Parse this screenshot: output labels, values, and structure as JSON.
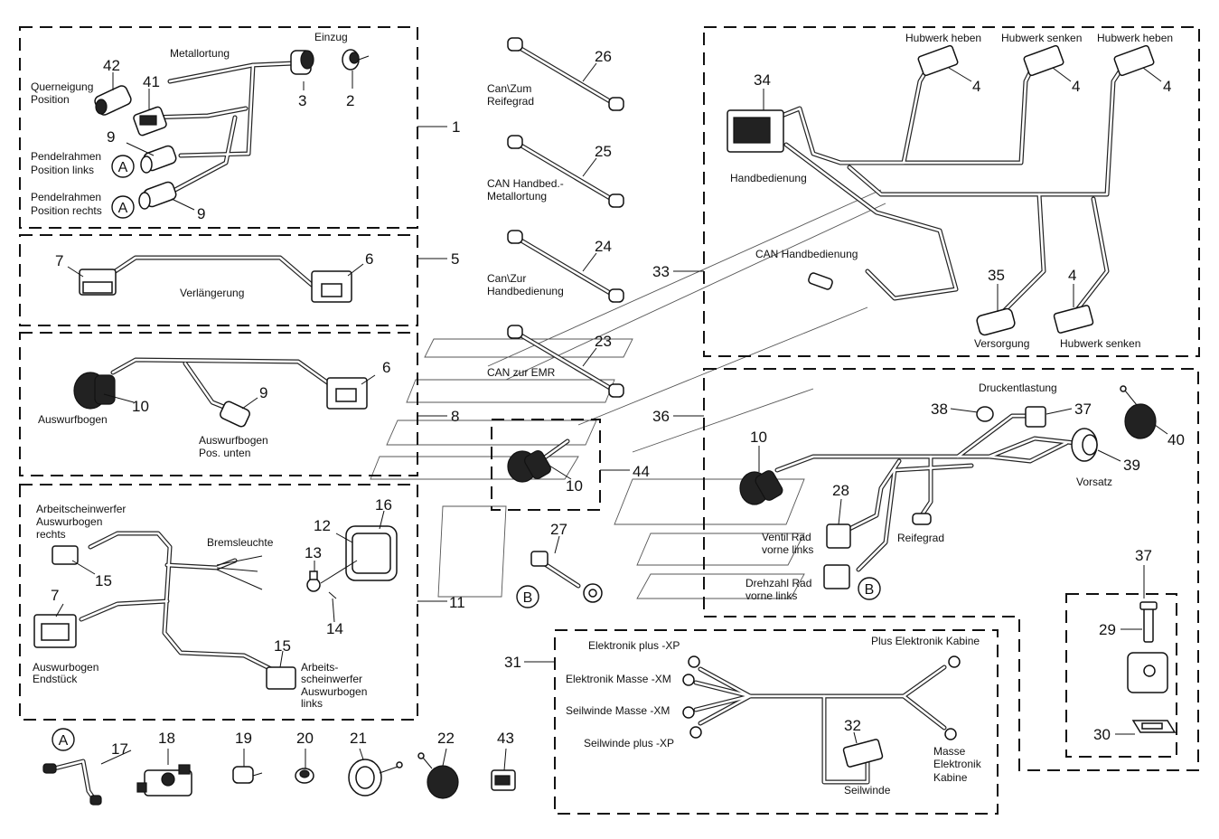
{
  "labels": {
    "metallortung": "Metallortung",
    "einzug": "Einzug",
    "querneigung": [
      "Querneigung",
      "Position"
    ],
    "pendel_links": [
      "Pendelrahmen",
      "Position links"
    ],
    "pendel_rechts": [
      "Pendelrahmen",
      "Position rechts"
    ],
    "verlaengerung": "Verlängerung",
    "auswurfbogen": "Auswurfbogen",
    "auswurfbogen_unten": [
      "Auswurfbogen",
      "Pos. unten"
    ],
    "arbeitsscheinwerfer_rechts": [
      "Arbeitscheinwerfer",
      "Auswurbogen",
      "rechts"
    ],
    "bremsleuchte": "Bremsleuchte",
    "auswurbogen_endstueck": [
      "Auswurbogen",
      "Endstück"
    ],
    "arbeitsscheinwerfer_links": [
      "Arbeits-",
      "scheinwerfer",
      "Auswurbogen",
      "links"
    ],
    "can_reifegrad": [
      "Can\\Zum",
      "Reifegrad"
    ],
    "can_handbed_metall": [
      "CAN Handbed.-",
      "Metallortung"
    ],
    "can_handbedienung_zur": [
      "Can\\Zur",
      "Handbedienung"
    ],
    "can_emr": "CAN zur EMR",
    "hubwerk_heben": "Hubwerk heben",
    "hubwerk_senken_a": "Hubwerk senken",
    "hubwerk_heben_b": "Hubwerk heben",
    "handbedienung": "Handbedienung",
    "can_handbedienung": "CAN Handbedienung",
    "versorgung": "Versorgung",
    "hubwerk_senken_b": "Hubwerk senken",
    "druckentlastung": "Druckentlastung",
    "vorsatz": "Vorsatz",
    "ventil_rad": [
      "Ventil Rad",
      "vorne links"
    ],
    "drehzahl_rad": [
      "Drehzahl Rad",
      "vorne links"
    ],
    "reifegrad": "Reifegrad",
    "elektronik_plus": "Elektronik plus -XP",
    "elektronik_masse": "Elektronik Masse -XM",
    "seilwinde_masse": "Seilwinde Masse -XM",
    "seilwinde_plus": "Seilwinde plus -XP",
    "plus_elektronik_kabine": "Plus Elektronik Kabine",
    "masse_elektronik_kabine": [
      "Masse",
      "Elektronik",
      "Kabine"
    ],
    "seilwinde": "Seilwinde"
  },
  "numbers": {
    "n42": "42",
    "n41": "41",
    "n3": "3",
    "n2": "2",
    "n1": "1",
    "n9a": "9",
    "n9b": "9",
    "n9c": "9",
    "n7a": "7",
    "n6a": "6",
    "n5": "5",
    "n10a": "10",
    "n6b": "6",
    "n8": "8",
    "n16": "16",
    "n12": "12",
    "n13": "13",
    "n14": "14",
    "n15a": "15",
    "n15b": "15",
    "n7b": "7",
    "n11": "11",
    "n17": "17",
    "n18": "18",
    "n19": "19",
    "n20": "20",
    "n21": "21",
    "n22": "22",
    "n43": "43",
    "n26": "26",
    "n25": "25",
    "n24": "24",
    "n23": "23",
    "n10b": "10",
    "n44": "44",
    "n27": "27",
    "n34": "34",
    "n4a": "4",
    "n4b": "4",
    "n4c": "4",
    "n4d": "4",
    "n35": "35",
    "n33": "33",
    "n36": "36",
    "n38": "38",
    "n37a": "37",
    "n40": "40",
    "n39": "39",
    "n10c": "10",
    "n28": "28",
    "n37b": "37",
    "n29": "29",
    "n30": "30",
    "n31": "31",
    "n32": "32"
  },
  "markers": {
    "a": "A",
    "b": "B"
  }
}
